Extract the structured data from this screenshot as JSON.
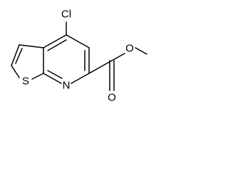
{
  "molecule": {
    "atoms": {
      "cl": "Cl",
      "s": "S",
      "n": "N",
      "o_carbonyl": "O",
      "o_ester": "O"
    }
  }
}
